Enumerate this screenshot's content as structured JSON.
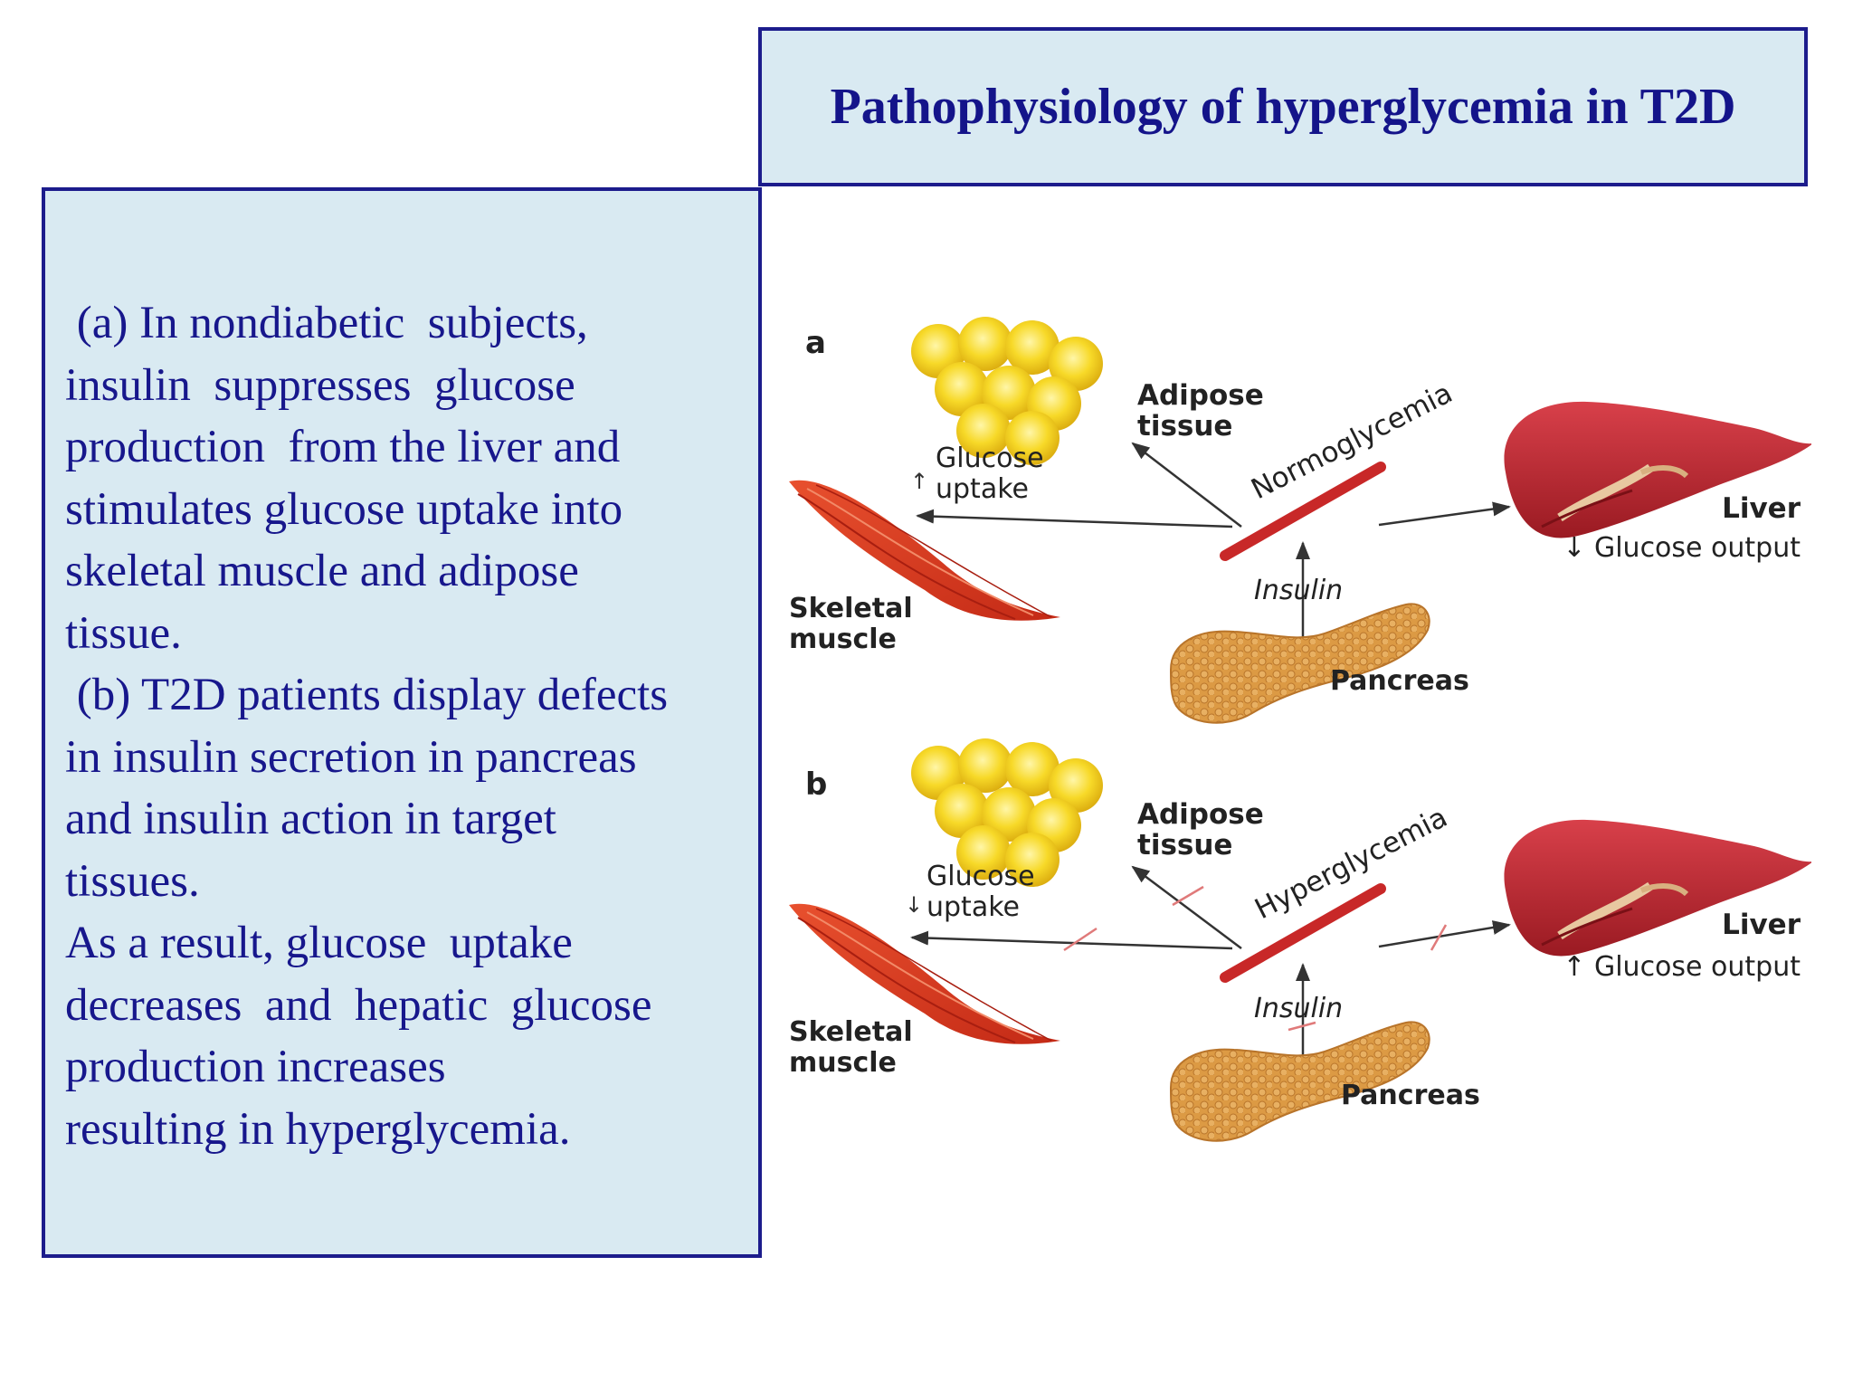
{
  "title": "Pathophysiology of hyperglycemia in T2D",
  "text_lines": [
    " (a) In nondiabetic  subjects,",
    "insulin  suppresses  glucose",
    "production  from the liver and",
    "stimulates glucose uptake into",
    "skeletal muscle and adipose",
    "tissue.",
    " (b) T2D patients display defects",
    "in insulin secretion in pancreas",
    "and insulin action in target",
    "tissues.",
    "As a result, glucose  uptake",
    "decreases  and  hepatic  glucose",
    "production increases",
    "resulting in hyperglycemia."
  ],
  "panel_a": {
    "letter": "a",
    "adipose": [
      "Adipose",
      "tissue"
    ],
    "uptake": [
      "Glucose",
      "uptake"
    ],
    "uptake_arrow": "↑",
    "state": "Normoglycemia",
    "liver": "Liver",
    "output": "↓ Glucose output",
    "insulin": "Insulin",
    "muscle": [
      "Skeletal",
      "muscle"
    ],
    "pancreas": "Pancreas"
  },
  "panel_b": {
    "letter": "b",
    "adipose": [
      "Adipose",
      "tissue"
    ],
    "uptake": [
      "Glucose",
      "uptake"
    ],
    "uptake_arrow": "↓",
    "state": "Hyperglycemia",
    "liver": "Liver",
    "output": "↑ Glucose output",
    "insulin": "Insulin",
    "muscle": [
      "Skeletal",
      "muscle"
    ],
    "pancreas": "Pancreas"
  },
  "colors": {
    "frame": "#1c1c8c",
    "box_fill": "#d9eaf2",
    "text": "#17178c",
    "fat": "#f5d21e",
    "muscle": "#d8381e",
    "liver": "#b8202a",
    "pancreas": "#d8903a",
    "inhibit_mark": "#e07a7a"
  }
}
